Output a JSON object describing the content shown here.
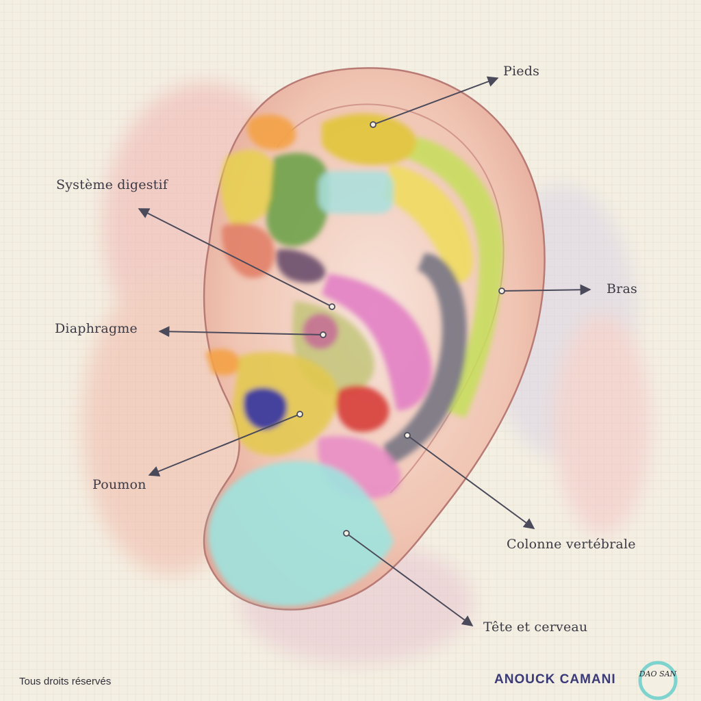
{
  "labels": {
    "pieds": "Pieds",
    "systeme_digestif": "Système digestif",
    "bras": "Bras",
    "diaphragme": "Diaphragme",
    "poumon": "Poumon",
    "colonne_vertebrale": "Colonne vertébrale",
    "tete_cerveau": "Tête et cerveau"
  },
  "footer": {
    "rights": "Tous droits réservés",
    "author": "ANOUCK CAMANI",
    "logo_text": "DAO SAN"
  },
  "colors": {
    "background": "#f4efe3",
    "skin": "#f0c6b4",
    "yellow": "#e8d24a",
    "green": "#7fae4c",
    "lime": "#c6de5a",
    "pink": "#e27fc4",
    "red": "#d8453f",
    "orange": "#f3a24a",
    "navy": "#3b39a0",
    "cyan": "#9fe3de",
    "grey": "#7a7683",
    "line": "#4a4a5a"
  }
}
